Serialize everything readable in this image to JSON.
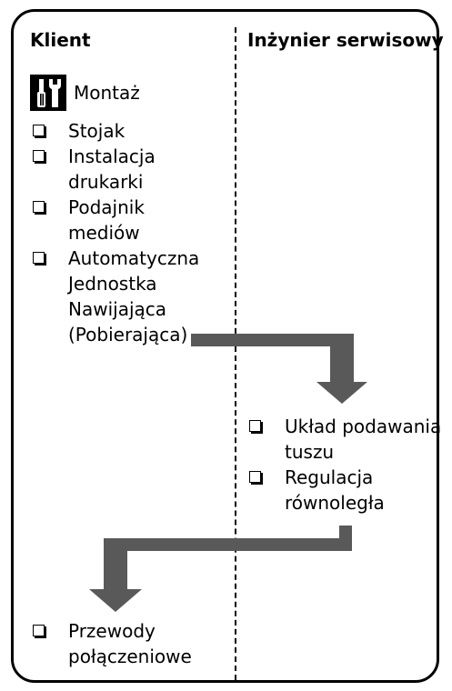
{
  "columns": {
    "client": "Klient",
    "engineer": "Inżynier serwisowy"
  },
  "assembly": {
    "icon": "tools-icon",
    "label": "Montaż"
  },
  "client_items": [
    "Stojak",
    "Instalacja\ndrukarki",
    "Podajnik\nmediów",
    "Automatyczna\nJednostka\nNawijająca\n(Pobierająca)"
  ],
  "engineer_items": [
    "Układ podawania\ntuszu",
    "Regulacja\nrównoległa"
  ],
  "client_items_2": [
    "Przewody\npołączeniowe"
  ],
  "colors": {
    "arrow": "#595959",
    "border": "#000000"
  }
}
